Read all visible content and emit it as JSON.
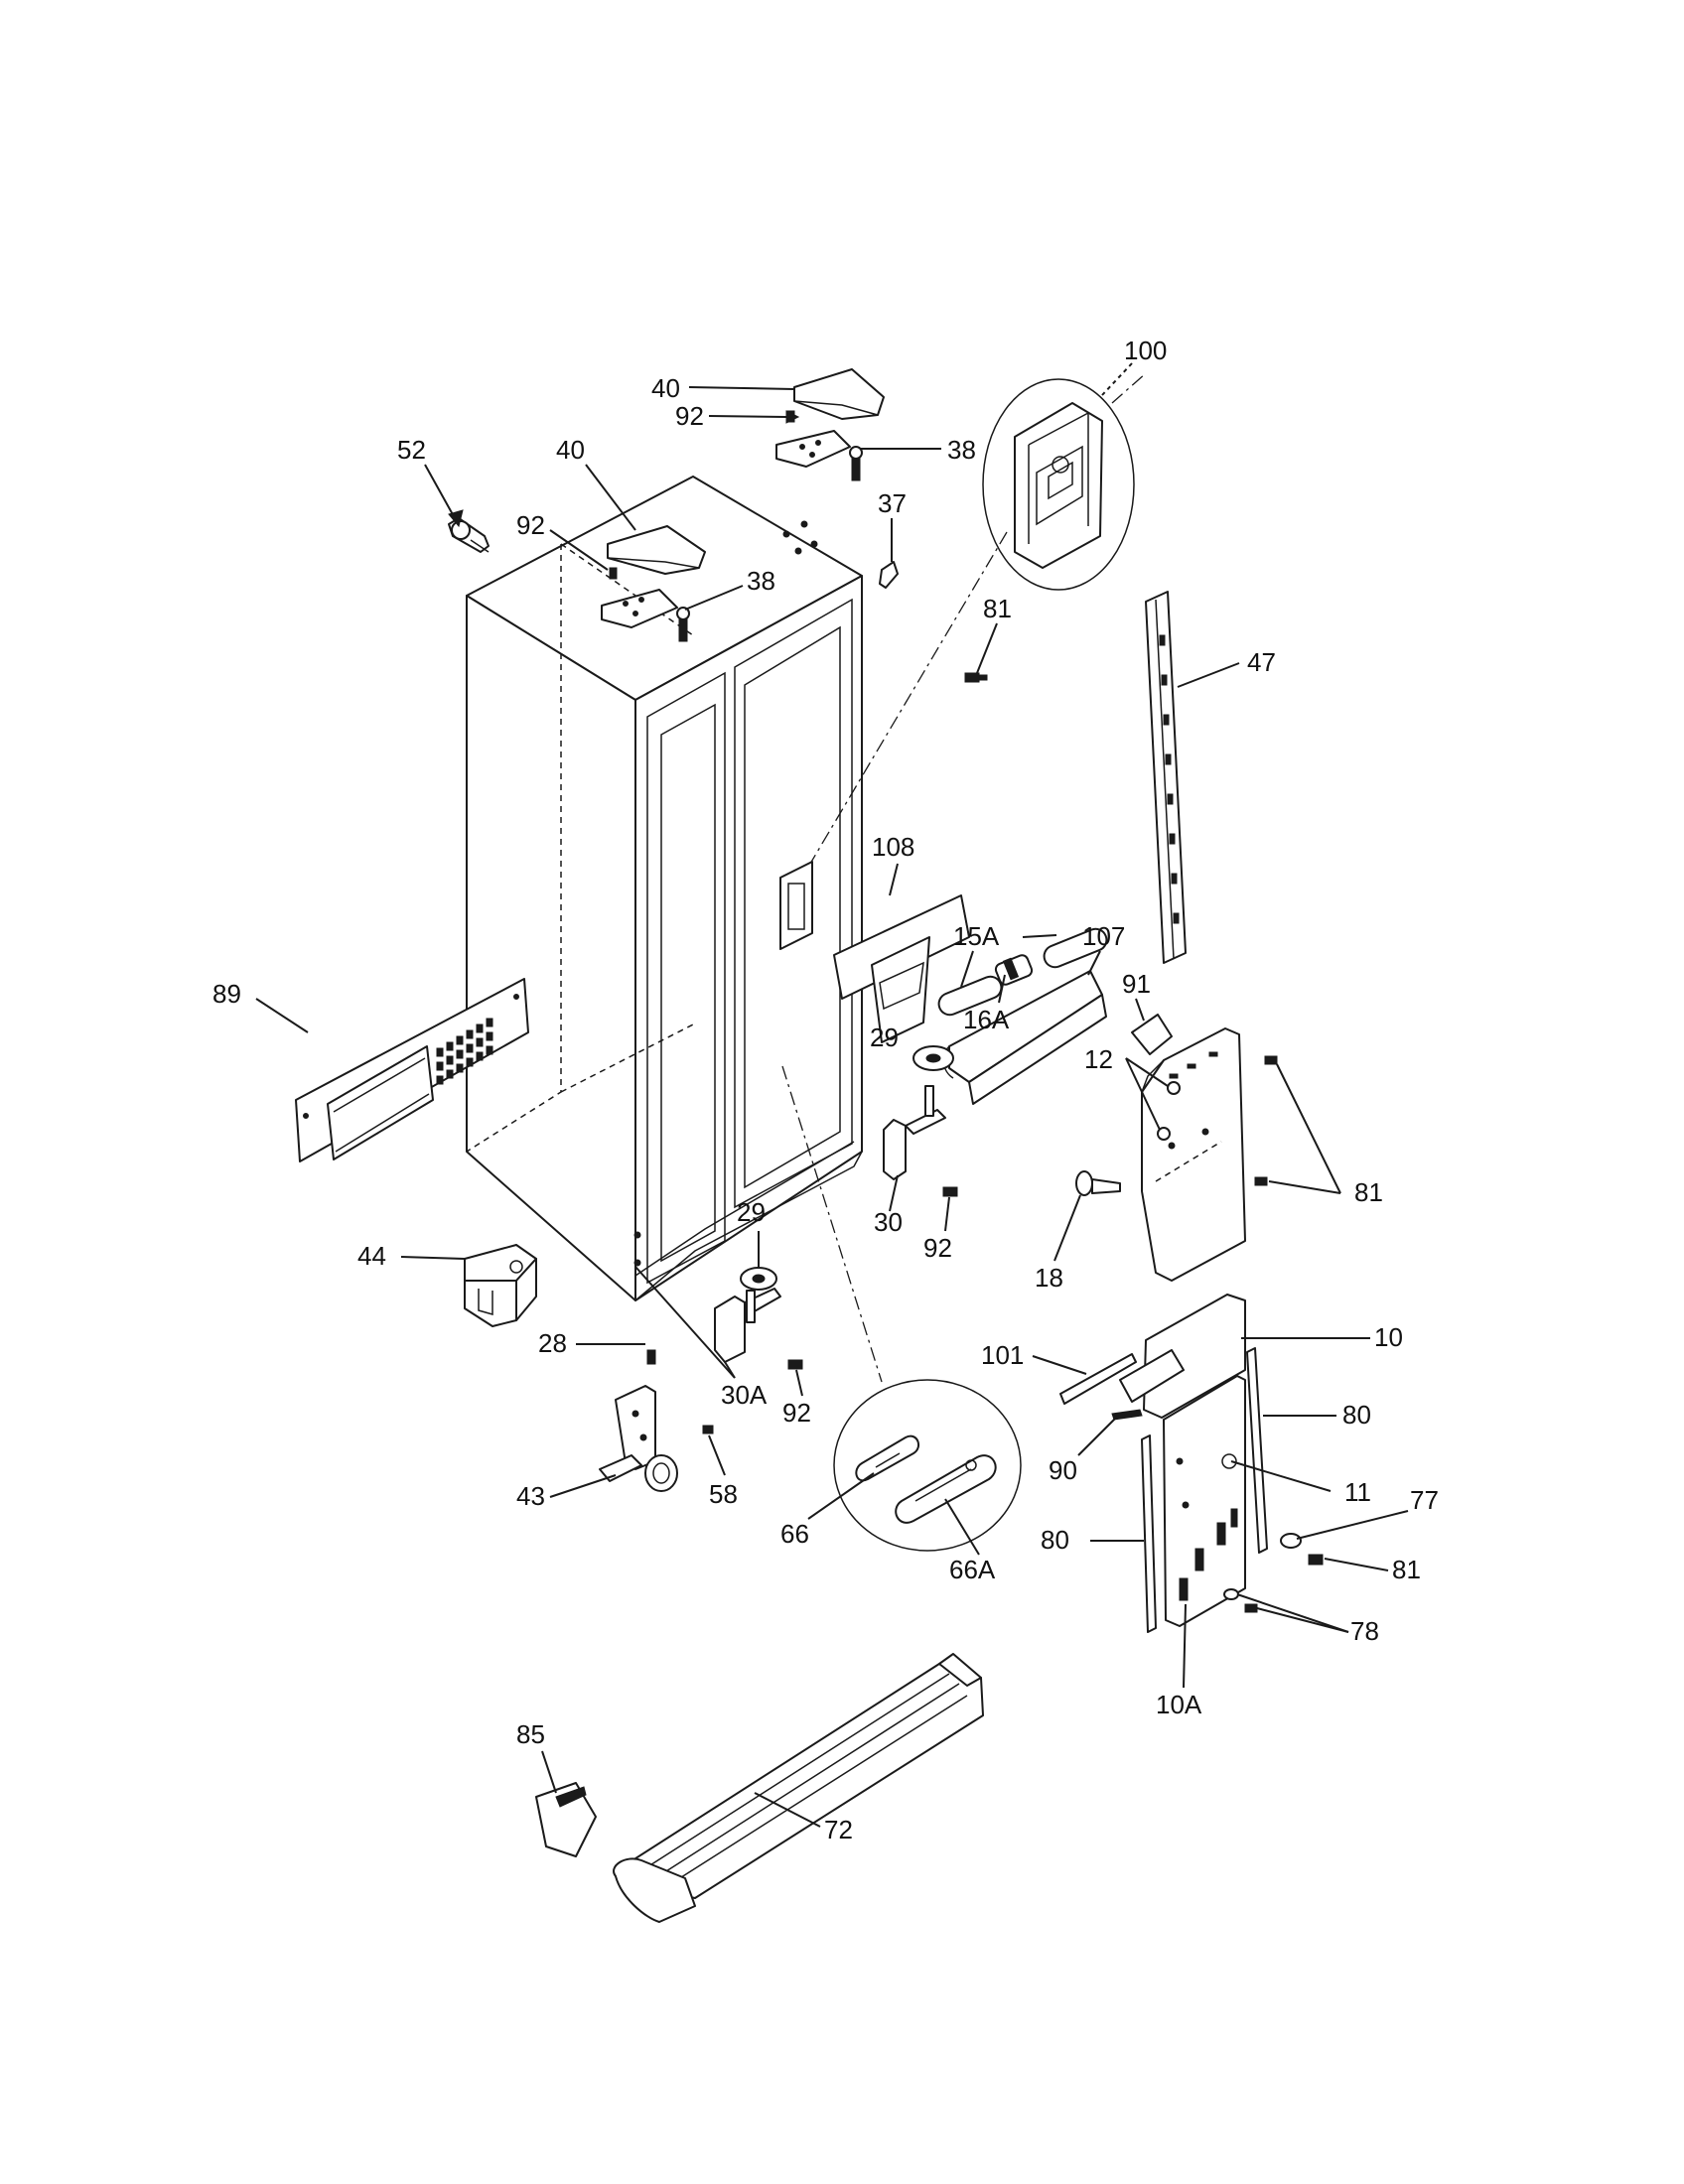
{
  "callouts": {
    "c100": "100",
    "c40a": "40",
    "c92a": "92",
    "c38a": "38",
    "c52": "52",
    "c40b": "40",
    "c92b": "92",
    "c37": "37",
    "c38b": "38",
    "c81a": "81",
    "c47": "47",
    "c108": "108",
    "c15a": "15A",
    "c107": "107",
    "c89": "89",
    "c16a": "16A",
    "c91": "91",
    "c29a": "29",
    "c12": "12",
    "c81b": "81",
    "c30": "30",
    "c92c": "92",
    "c18": "18",
    "c29b": "29",
    "c44": "44",
    "c28": "28",
    "c30a": "30A",
    "c92d": "92",
    "c101": "101",
    "c10": "10",
    "c80a": "80",
    "c90": "90",
    "c58": "58",
    "c43": "43",
    "c66": "66",
    "c66a": "66A",
    "c11": "11",
    "c77": "77",
    "c80b": "80",
    "c81c": "81",
    "c78": "78",
    "c10a": "10A",
    "c85": "85",
    "c72": "72"
  }
}
